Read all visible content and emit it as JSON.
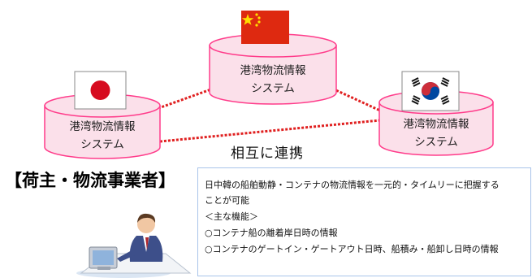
{
  "systems": {
    "china": {
      "line1": "港湾物流情報",
      "line2": "システム",
      "flag": "china-flag-icon"
    },
    "japan": {
      "line1": "港湾物流情報",
      "line2": "システム",
      "flag": "japan-flag-icon"
    },
    "korea": {
      "line1": "港湾物流情報",
      "line2": "システム",
      "flag": "korea-flag-icon"
    }
  },
  "relation_label": "相互に連携",
  "stakeholder_heading": "【荷主・物流事業者】",
  "info": {
    "lines": [
      "日中韓の船舶動静・コンテナの物流情報を一元的・タイムリーに把握する",
      "ことが可能",
      "＜主な機能＞",
      "○コンテナ船の離着岸日時の情報",
      "○コンテナのゲートイン・ゲートアウト日時、船積み・船卸し日時の情報"
    ]
  },
  "colors": {
    "cylinder_fill": "#fbe0ea",
    "cylinder_stroke": "#ff3b8a",
    "link_line": "#e02020",
    "info_border": "#a9c4ea",
    "china_red": "#de2910",
    "china_yellow": "#ffde00",
    "japan_red": "#d60b1f",
    "korea_red": "#cd2e3a",
    "korea_blue": "#0047a0"
  }
}
